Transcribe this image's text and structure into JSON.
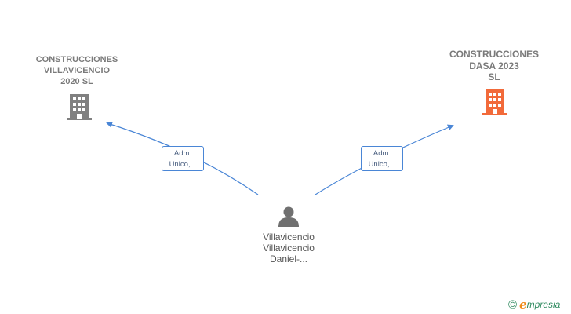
{
  "companies": [
    {
      "id": "left",
      "name": "CONSTRUCCIONES\nVILLAVICENCIO\n2020  SL",
      "color": "#7a7a7a"
    },
    {
      "id": "right",
      "name": "CONSTRUCCIONES\nDASA 2023\nSL",
      "color": "#f26a3a"
    }
  ],
  "person": {
    "name_lines": [
      "Villavicencio",
      "Villavicencio",
      "Daniel-..."
    ],
    "color": "#707070"
  },
  "relations": [
    {
      "from": "person",
      "to": "left",
      "label_lines": [
        "Adm.",
        "Unico,..."
      ]
    },
    {
      "from": "person",
      "to": "right",
      "label_lines": [
        "Adm.",
        "Unico,..."
      ]
    }
  ],
  "edge_color": "#4a86d6",
  "brand": {
    "copyright": "©",
    "initial": "e",
    "rest": "mpresia"
  }
}
